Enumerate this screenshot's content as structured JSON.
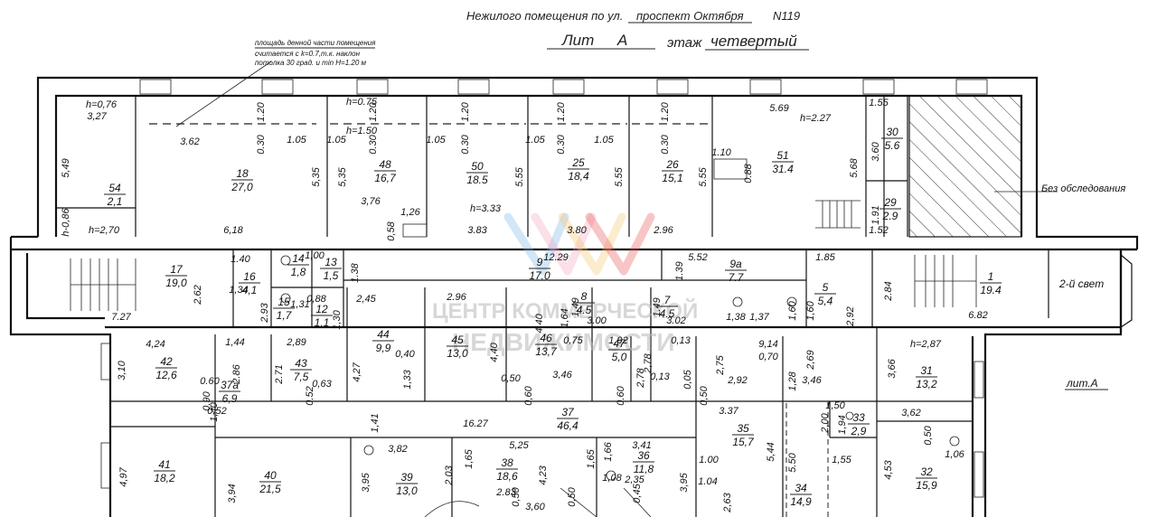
{
  "header": {
    "line1_prefix": "Нежилого помещения по ул.",
    "street": "проспект Октября",
    "house": "N119",
    "lit_prefix": "Лит",
    "lit_value": "А",
    "floor_prefix": "этаж",
    "floor_value": "четвертый"
  },
  "note": {
    "line1": "площадь денной части помещения",
    "line2": "считается с k=0.7,т.к. наклон",
    "line3": "потолка 30 град. и min H=1.20 м"
  },
  "labels": {
    "unsurveyed": "Без обследования",
    "second_light": "2-й свет",
    "lit_a": "лит.А"
  },
  "watermark": {
    "line1": "ЦЕНТР КОММЕРЧЕСКОЙ",
    "line2": "НЕДВИЖИМОСТИ"
  },
  "rooms": [
    {
      "num": "54",
      "area": "2,1"
    },
    {
      "num": "18",
      "area": "27,0"
    },
    {
      "num": "48",
      "area": "16,7"
    },
    {
      "num": "50",
      "area": "18.5"
    },
    {
      "num": "25",
      "area": "18,4"
    },
    {
      "num": "26",
      "area": "15,1"
    },
    {
      "num": "51",
      "area": "31.4"
    },
    {
      "num": "30",
      "area": "5.6"
    },
    {
      "num": "29",
      "area": "2.9"
    },
    {
      "num": "17",
      "area": "19,0"
    },
    {
      "num": "16",
      "area": "4,1"
    },
    {
      "num": "14",
      "area": "1,8"
    },
    {
      "num": "13",
      "area": "1,5"
    },
    {
      "num": "15",
      "area": "1,7"
    },
    {
      "num": "12",
      "area": "1,1"
    },
    {
      "num": "9",
      "area": "17.0"
    },
    {
      "num": "9а",
      "area": "7.7"
    },
    {
      "num": "8",
      "area": "4.5"
    },
    {
      "num": "7",
      "area": "4.5"
    },
    {
      "num": "5",
      "area": "5,4"
    },
    {
      "num": "1",
      "area": "19.4"
    },
    {
      "num": "44",
      "area": "9,9"
    },
    {
      "num": "45",
      "area": "13,0"
    },
    {
      "num": "46",
      "area": "13,7"
    },
    {
      "num": "47",
      "area": "5,0"
    },
    {
      "num": "42",
      "area": "12,6"
    },
    {
      "num": "43",
      "area": "7,5"
    },
    {
      "num": "37а",
      "area": "6,9"
    },
    {
      "num": "37",
      "area": "46,4"
    },
    {
      "num": "31",
      "area": "13,2"
    },
    {
      "num": "35",
      "area": "15,7"
    },
    {
      "num": "33",
      "area": "2,9"
    },
    {
      "num": "41",
      "area": "18,2"
    },
    {
      "num": "40",
      "area": "21,5"
    },
    {
      "num": "39",
      "area": "13,0"
    },
    {
      "num": "38",
      "area": "18,6"
    },
    {
      "num": "36",
      "area": "11,8"
    },
    {
      "num": "34",
      "area": "14,9"
    },
    {
      "num": "32",
      "area": "15,9"
    }
  ],
  "dims": {
    "h076": "h=0,76",
    "d327": "3,27",
    "d549": "5,49",
    "hm086": "h-0,86",
    "h270": "h=2,70",
    "d362": "3.62",
    "d03a": "0.30",
    "d12a": "1.20",
    "d105a": "1.05",
    "d618": "6,18",
    "d535a": "5,35",
    "h075": "h=0.75",
    "d03b": "0.30",
    "d12b": "1.20",
    "d105b": "1.05",
    "h150": "h=1.50",
    "d535b": "5,35",
    "d376": "3,76",
    "d058": "0,58",
    "d126": "1,26",
    "d383": "3.83",
    "h333": "h=3.33",
    "d03c": "0.30",
    "d12c": "1.20",
    "d105c": "1.05",
    "d555a": "5.55",
    "d03d": "0.30",
    "d12d": "1.20",
    "d105d": "1.05",
    "d555b": "5.55",
    "d380": "3.80",
    "d03e": "0.30",
    "d12e": "1.20",
    "d105e": "1.05",
    "d555c": "5.55",
    "d296a": "2.96",
    "d569": "5.69",
    "h227": "h=2.27",
    "d110": "1.10",
    "d088": "0.88",
    "d568": "5.68",
    "d155": "1.55",
    "d360": "3.60",
    "d191": "1.91",
    "d152": "1.52",
    "d1229": "12.29",
    "d552": "5.52",
    "d139a": "1.39",
    "d185": "1.85",
    "d140": "1.40",
    "d262": "2.62",
    "d727": "7.27",
    "d293": "2.93",
    "d134": "1,34",
    "d100": "1,00",
    "d138a": "1.38",
    "d088b": "0,88",
    "d130": "1,30",
    "d131": "1,31",
    "d245": "2,45",
    "d296b": "2.96",
    "d149a": "1.49",
    "d300": "3.00",
    "d149b": "1.49",
    "d302": "3.02",
    "d164": "1,64",
    "d440a": "4,40",
    "d440b": "4,40",
    "d292": "2,92",
    "d284": "2.84",
    "d682": "6.82",
    "d424": "4,24",
    "d144": "1,44",
    "d289": "2,89",
    "d310": "3,10",
    "d286": "2.86",
    "d271": "2.71",
    "d427": "4,27",
    "d040": "0,40",
    "d133": "1,33",
    "d060": "0.60",
    "d052a": "0.52",
    "d063": "0,63",
    "d090": "0.90",
    "d140b": "1,40",
    "d052b": "0,52",
    "d075": "0,75",
    "d192": "1,92",
    "d013a": "0,13",
    "d278a": "2,78",
    "d346a": "3,46",
    "d050a": "0,50",
    "d060b": "0,60",
    "d060c": "0.60",
    "d278b": "2,78",
    "d914": "9,14",
    "d070": "0,70",
    "d269": "2,69",
    "d275": "2,75",
    "d013b": "0,13",
    "d005": "0,05",
    "d050b": "0,50",
    "d292b": "2,92",
    "d346b": "3,46",
    "d128": "1,28",
    "h287": "h=2,87",
    "d366": "3,66",
    "d141": "1,41",
    "d1627": "16.27",
    "d337": "3.37",
    "d544": "5,44",
    "d150": "1,50",
    "d200": "2,00",
    "d194": "1,94",
    "d362b": "3,62",
    "d050c": "0,50",
    "d106": "1,06",
    "d100b": "1.00",
    "d104": "1.04",
    "d550": "5.50",
    "d155b": "1,55",
    "d453": "4,53",
    "d263": "2,63",
    "d497": "4,97",
    "d394": "3,94",
    "d382": "3,82",
    "d395a": "3,95",
    "d203": "2.03",
    "d165a": "1,65",
    "d525": "5,25",
    "d423": "4,23",
    "d165b": "1,65",
    "d166": "1,66",
    "d341": "3,41",
    "d283": "2.83",
    "d360b": "3,60",
    "d050d": "0,50",
    "d050e": "0,50",
    "d108": "1,08",
    "d235": "2,35",
    "d395b": "3,95",
    "d045": "0,45",
    "d138b": "1,38",
    "d137": "1,37",
    "d160a": "1,60",
    "d160b": "1,60"
  }
}
